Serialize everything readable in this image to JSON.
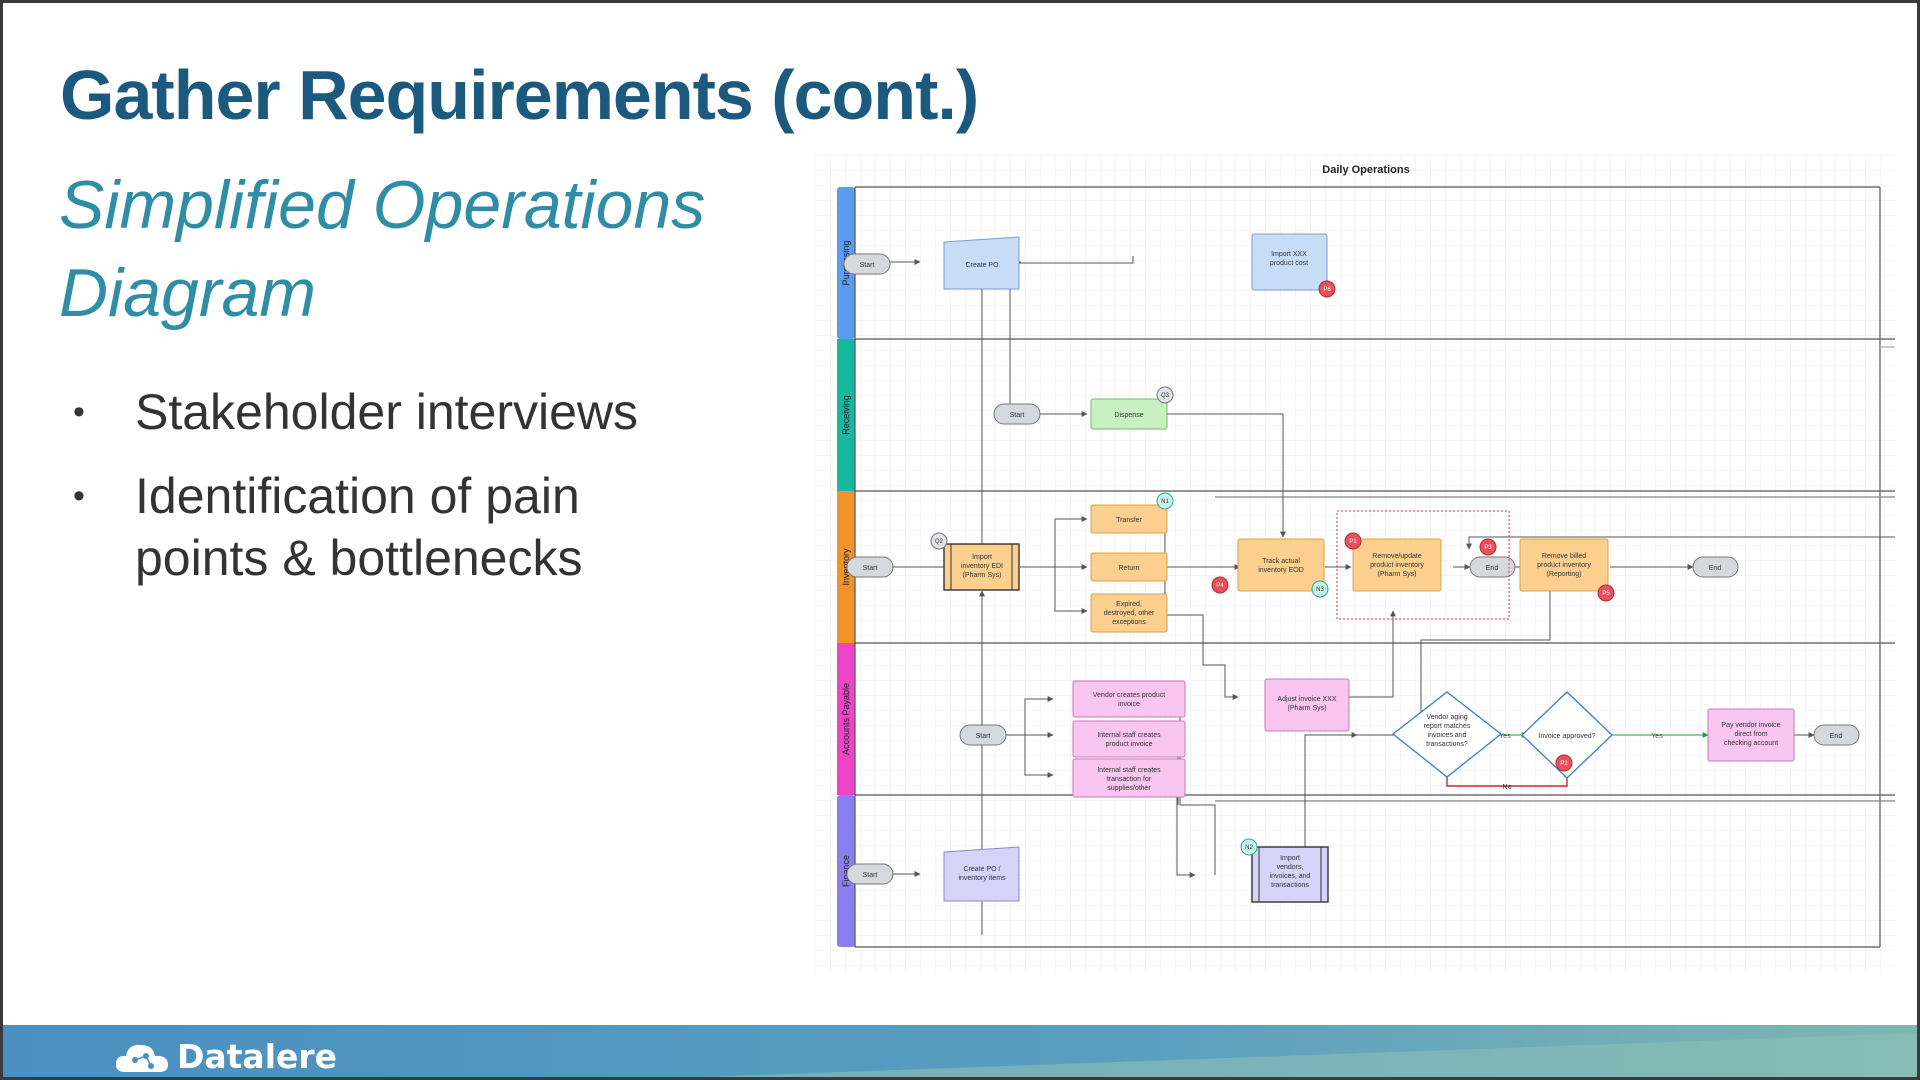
{
  "slide": {
    "title": "Gather Requirements (cont.)",
    "subtitle": "Simplified Operations Diagram",
    "bullets": [
      "Stakeholder interviews",
      "Identification of pain points & bottlenecks"
    ]
  },
  "diagram": {
    "title": "Daily Operations",
    "lanes": [
      {
        "name": "Purchasing",
        "color": "#5b9bf0"
      },
      {
        "name": "Receiving",
        "color": "#17b8a0"
      },
      {
        "name": "Inventory",
        "color": "#f0932b"
      },
      {
        "name": "Accounts Payable",
        "color": "#ee44c8"
      },
      {
        "name": "Finance",
        "color": "#8c7ef0"
      }
    ],
    "labels": {
      "start": "Start",
      "end": "End",
      "create_po": "Create PO",
      "import_cost": [
        "Import XXX",
        "product cost"
      ],
      "dispense": "Dispense",
      "import_inventory": [
        "Import",
        "inventory EDI",
        "(Pharm Sys)"
      ],
      "transfer": "Transfer",
      "return": "Return",
      "expired": [
        "Expired,",
        "destroyed, other",
        "exceptions"
      ],
      "track_eod": [
        "Track actual",
        "inventory EOD"
      ],
      "remove_update": [
        "Remove/update",
        "product inventory",
        "(Pharm Sys)"
      ],
      "remove_billed": [
        "Remove billed",
        "product inventory",
        "(Reporting)"
      ],
      "vendor_creates": [
        "Vendor creates product",
        "invoice"
      ],
      "internal_invoice": [
        "Internal staff creates",
        "product invoice"
      ],
      "internal_transaction": [
        "Internal staff creates",
        "transaction for",
        "supplies/other"
      ],
      "adjust_invoice": [
        "Adjust invoice XXX",
        "(Pharm Sys)"
      ],
      "vendor_aging": [
        "Vendor aging",
        "report matches",
        "invoices and",
        "transactions?"
      ],
      "invoice_approved": "Invoice approved?",
      "pay_vendor": [
        "Pay vendor invoice",
        "direct from",
        "checking account"
      ],
      "create_po_items": [
        "Create PO /",
        "inventory items"
      ],
      "import_vendors": [
        "Import",
        "vendors,",
        "invoices, and",
        "transactions"
      ],
      "yes": "Yes",
      "no": "No"
    },
    "badges": {
      "p1": "P1",
      "p2": "P2",
      "p3": "P3",
      "p4": "P4",
      "p5": "P5",
      "p6": "P6",
      "q2": "Q2",
      "q3": "Q3",
      "n1": "N1",
      "n2": "N2",
      "n3": "N3"
    }
  },
  "footer": {
    "brand": "Datalere",
    "colors": {
      "blue": "#4a8fc0",
      "teal": "#7fb7b2"
    }
  }
}
